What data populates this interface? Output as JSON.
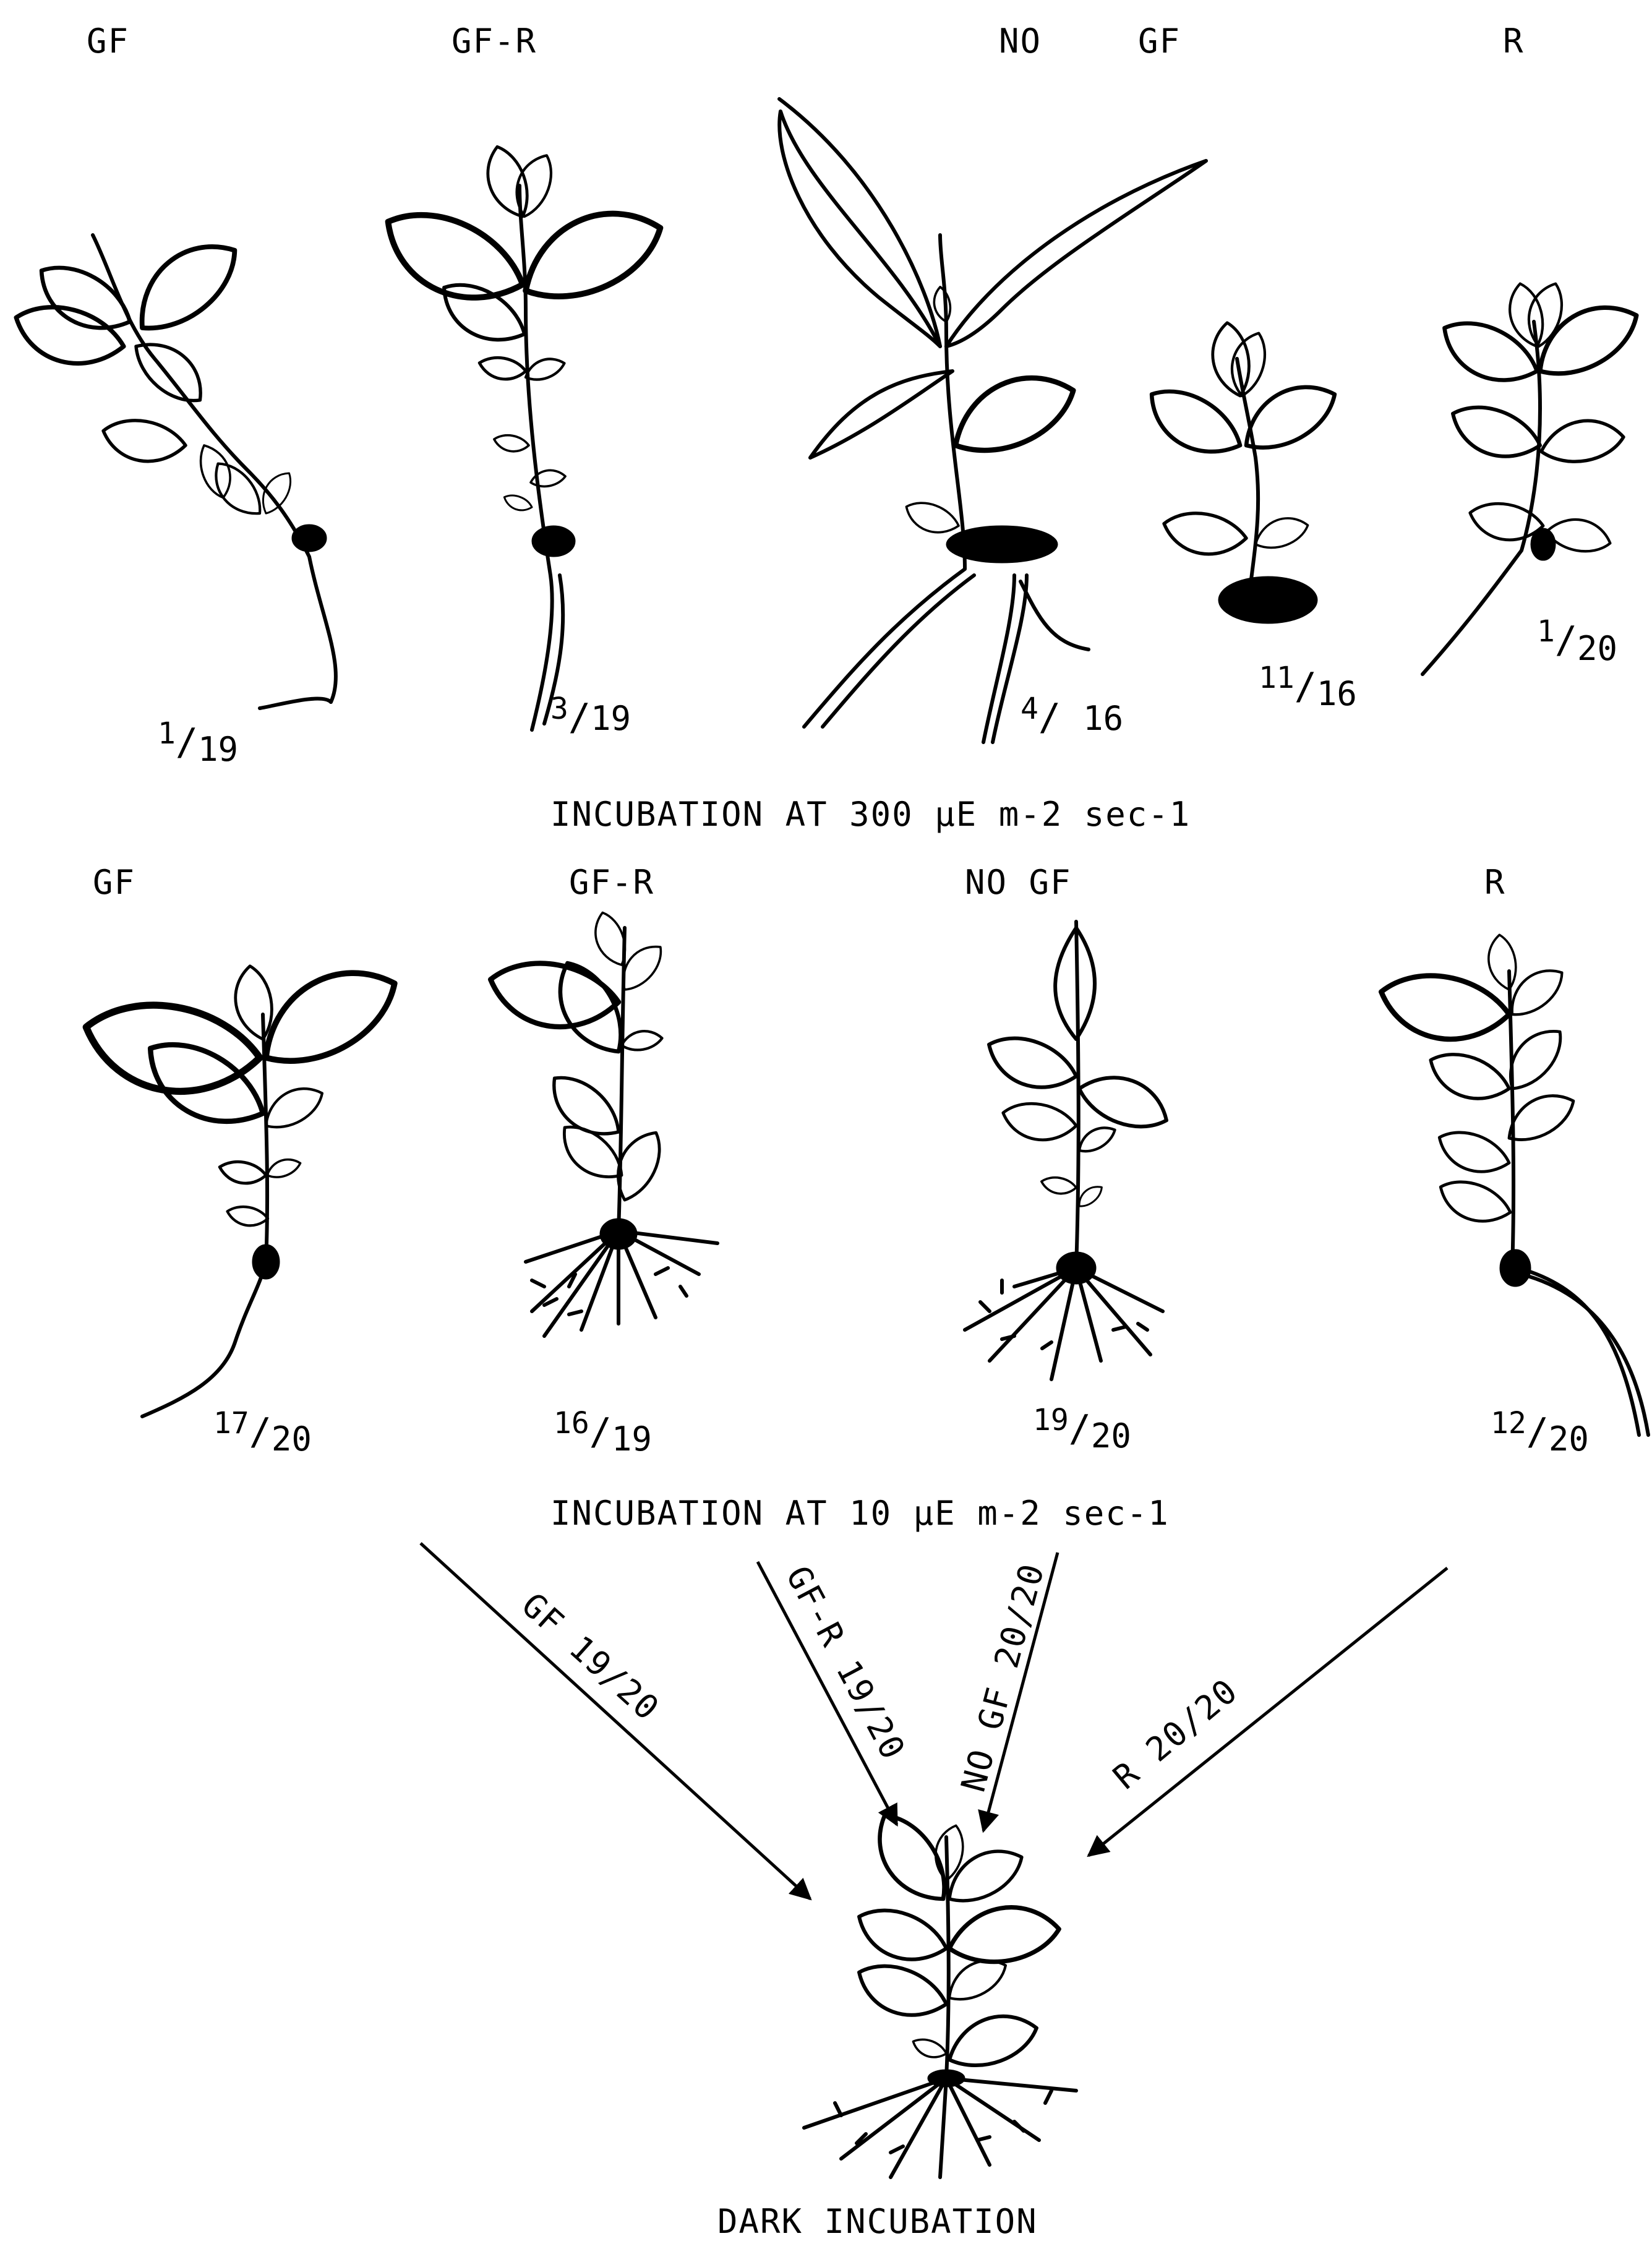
{
  "row1": {
    "labels": {
      "gf": "GF",
      "gfr": "GF-R",
      "no": "NO",
      "gf2": "GF",
      "r": "R"
    },
    "fractions": [
      {
        "num": "1",
        "den": "19"
      },
      {
        "num": "3",
        "den": "19"
      },
      {
        "num": "4",
        "den": "16"
      },
      {
        "num": "11",
        "den": "16"
      },
      {
        "num": "1",
        "den": "20"
      }
    ],
    "caption": "INCUBATION AT 300 µE  m-2 sec-1"
  },
  "row2": {
    "labels": {
      "gf": "GF",
      "gfr": "GF-R",
      "nogf": "NO GF",
      "r": "R"
    },
    "fractions": [
      {
        "num": "17",
        "den": "20"
      },
      {
        "num": "16",
        "den": "19"
      },
      {
        "num": "19",
        "den": "20"
      },
      {
        "num": "12",
        "den": "20"
      }
    ],
    "caption": "INCUBATION AT 10 µE  m-2 sec-1"
  },
  "arrows": {
    "gf": "GF  19/20",
    "gfr": "GF-R 19/20",
    "nogf": "NO GF 20/20",
    "r": "R  20/20"
  },
  "bottom_caption": "DARK INCUBATION"
}
